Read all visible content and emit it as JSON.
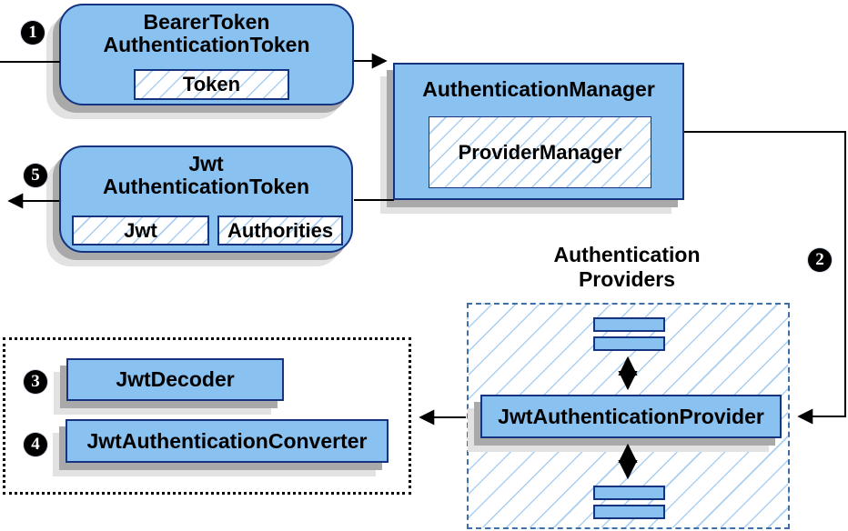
{
  "colors": {
    "node_fill": "#89c1f1",
    "node_border": "#16337f",
    "hatch_line": "#a9cff2",
    "dash_border": "#3e6fa9",
    "dotted_border": "#000000",
    "connector": "#000000",
    "shadow_dark": "#a9a9a9",
    "shadow_light": "#e2e2e2",
    "text": "#000000",
    "step_bg": "#000000",
    "step_fg": "#ffffff"
  },
  "steps": {
    "s1": "1",
    "s2": "2",
    "s3": "3",
    "s4": "4",
    "s5": "5"
  },
  "nodes": {
    "bearer_token": {
      "title_line1": "BearerToken",
      "title_line2": "AuthenticationToken",
      "chip": "Token"
    },
    "authentication_manager": {
      "title": "AuthenticationManager",
      "inner": "ProviderManager"
    },
    "jwt_authentication_token": {
      "title_line1": "Jwt",
      "title_line2": "AuthenticationToken",
      "chip1": "Jwt",
      "chip2": "Authorities"
    },
    "authentication_providers": {
      "label_line1": "Authentication",
      "label_line2": "Providers"
    },
    "jwt_authentication_provider": {
      "label": "JwtAuthenticationProvider"
    },
    "jwt_decoder": {
      "label": "JwtDecoder"
    },
    "jwt_authentication_converter": {
      "label": "JwtAuthenticationConverter"
    }
  }
}
